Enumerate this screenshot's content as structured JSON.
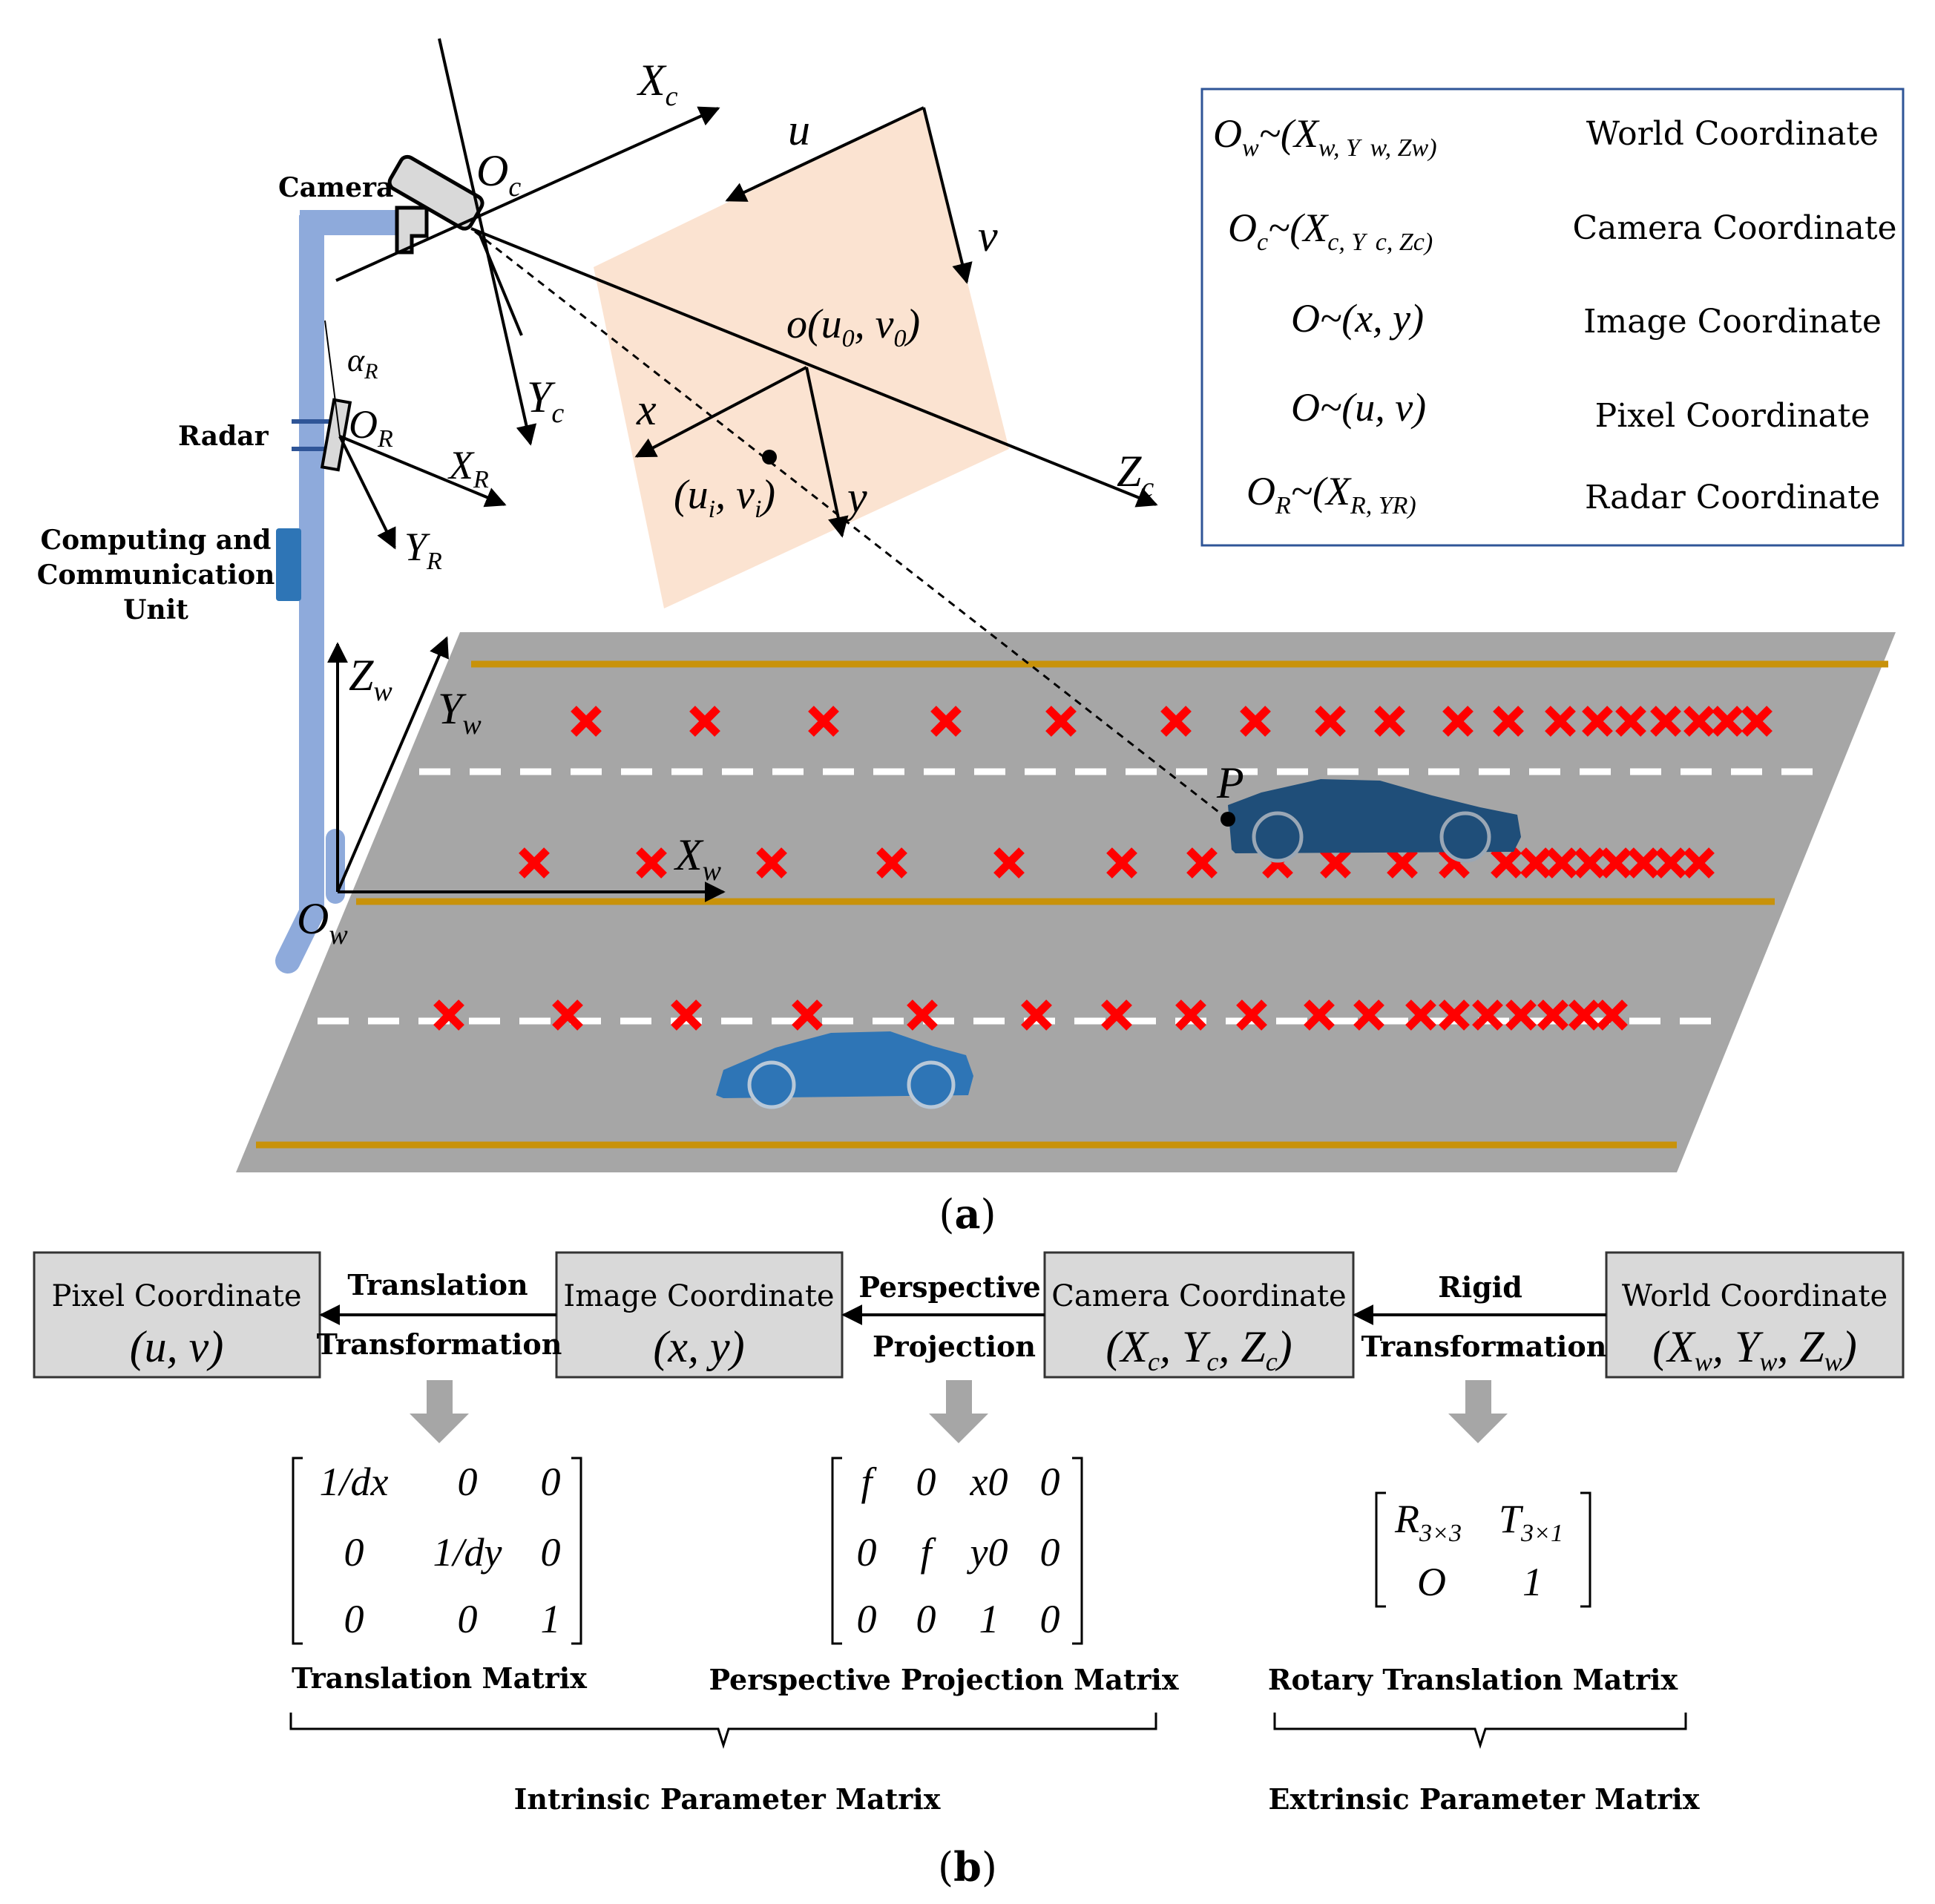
{
  "labels": {
    "camera": "Camera",
    "radar": "Radar",
    "computing_line1": "Computing and",
    "computing_line2": "Communication",
    "computing_line3": "Unit",
    "point_p": "P",
    "alpha_r": "α",
    "alpha_r_sub": "R"
  },
  "axes": {
    "camera_origin": "O",
    "camera_origin_sub": "c",
    "xc": "X",
    "xc_sub": "c",
    "yc": "Y",
    "yc_sub": "c",
    "zc": "Z",
    "zc_sub": "c",
    "u": "u",
    "v": "v",
    "image_origin": "o(u",
    "image_origin_sub0": "0",
    "image_origin_mid": ", v",
    "image_origin_sub1": "0",
    "image_origin_end": ")",
    "x": "x",
    "y": "y",
    "proj_point": "(u",
    "proj_point_sub0": "i",
    "proj_point_mid": ", v",
    "proj_point_sub1": "i",
    "proj_point_end": ")",
    "radar_origin": "O",
    "radar_origin_sub": "R",
    "xr": "X",
    "xr_sub": "R",
    "yr": "Y",
    "yr_sub": "R",
    "zw": "Z",
    "zw_sub": "w",
    "yw": "Y",
    "yw_sub": "w",
    "xw": "X",
    "xw_sub": "w",
    "world_origin": "O",
    "world_origin_sub": "w"
  },
  "legend": [
    {
      "symbol": "O",
      "symbol_sub": "w",
      "coords": "~(X",
      "coords_tail": "w, Y",
      "coords_tail2": "w, Z",
      "coords_tail3": "w)",
      "name": "World Coordinate"
    },
    {
      "symbol": "O",
      "symbol_sub": "c",
      "coords": "~(X",
      "coords_tail": "c, Y",
      "coords_tail2": "c, Z",
      "coords_tail3": "c)",
      "name": "Camera Coordinate"
    },
    {
      "symbol": "O",
      "symbol_sub": "",
      "coords": "~(x, y)",
      "coords_tail": "",
      "coords_tail2": "",
      "coords_tail3": "",
      "name": "Image Coordinate"
    },
    {
      "symbol": "O",
      "symbol_sub": "",
      "coords": "~(u, v)",
      "coords_tail": "",
      "coords_tail2": "",
      "coords_tail3": "",
      "name": "Pixel Coordinate"
    },
    {
      "symbol": "O",
      "symbol_sub": "R",
      "coords": "~(X",
      "coords_tail": "R, Y",
      "coords_tail2": "R)",
      "coords_tail3": "",
      "name": "Radar Coordinate"
    }
  ],
  "captions": {
    "a": "a",
    "b": "b"
  },
  "flow": {
    "boxes": [
      {
        "title": "Pixel Coordinate",
        "formula": "(u, v)"
      },
      {
        "title": "Image Coordinate",
        "formula": "(x, y)"
      },
      {
        "title": "Camera Coordinate",
        "formula": "(X",
        "formula_sub": "c"
      },
      {
        "title": "World Coordinate",
        "formula": "(X",
        "formula_sub": "w"
      }
    ],
    "transforms": [
      {
        "line1": "Translation",
        "line2": "Transformation"
      },
      {
        "line1": "Perspective",
        "line2": "Projection"
      },
      {
        "line1": "Rigid",
        "line2": "Transformation"
      }
    ]
  },
  "matrices": {
    "translation": {
      "name": "Translation Matrix",
      "rows": [
        [
          "1/dx",
          "0",
          "0"
        ],
        [
          "0",
          "1/dy",
          "0"
        ],
        [
          "0",
          "0",
          "1"
        ]
      ]
    },
    "perspective": {
      "name": "Perspective Projection Matrix",
      "rows": [
        [
          "f",
          "0",
          "x0",
          "0"
        ],
        [
          "0",
          "f",
          "y0",
          "0"
        ],
        [
          "0",
          "0",
          "1",
          "0"
        ]
      ]
    },
    "rotary": {
      "name": "Rotary Translation Matrix",
      "r": "R",
      "r_sub": "3×3",
      "t": "T",
      "t_sub": "3×1",
      "o": "O",
      "one": "1"
    }
  },
  "groups": {
    "intrinsic": "Intrinsic Parameter Matrix",
    "extrinsic": "Extrinsic Parameter Matrix"
  },
  "colors": {
    "road": "#a6a6a6",
    "lane_yellow": "#c8920a",
    "marker_red": "#ff0000",
    "pole": "#8eaadb",
    "image_plane": "#fbe3d1",
    "car_dark": "#1f4e79",
    "car_light": "#2e75b6",
    "box_fill": "#d9d9d9",
    "legend_border": "#2f5597"
  }
}
